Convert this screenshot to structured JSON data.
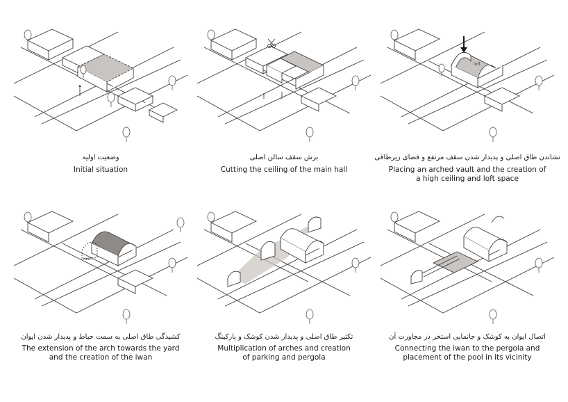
{
  "panels": [
    {
      "id": "p1",
      "caption_fa": "وضعیت اولیه",
      "caption_en": [
        "Initial situation"
      ]
    },
    {
      "id": "p2",
      "caption_fa": "برش سقف سالن اصلی",
      "caption_en": [
        "Cutting the ceiling of the main hall"
      ]
    },
    {
      "id": "p3",
      "caption_fa": "نشاندن طاق اصلی و پدیدار شدن سقف مرتفع و فضای زیرطاقی",
      "caption_en": [
        "Placing an arched vault and the creation of",
        "a high ceiling and loft space"
      ],
      "label": "loft"
    },
    {
      "id": "p4",
      "caption_fa": "کشیدگی طاق اصلی به سمت حیاط و پدیدار شدن ایوان",
      "caption_en": [
        "The extension of the arch towards the yard",
        "and the creation of the iwan"
      ],
      "label": "iwan"
    },
    {
      "id": "p5",
      "caption_fa": "تکثیر طاق اصلی و پدیدار شدن کوشک و پارکینگ",
      "caption_en": [
        "Multiplication of arches and creation",
        "of parking and pergola"
      ]
    },
    {
      "id": "p6",
      "caption_fa": "اتصال ایوان به کوشک و جانمایی استخر در مجاورت آن",
      "caption_en": [
        "Connecting the iwan to the pergola and",
        "placement of the pool in its vicinity"
      ]
    }
  ],
  "colors": {
    "ink": "#3a3a3a",
    "shade": "#c9c4bf",
    "shade_dark": "#8f8a86"
  }
}
